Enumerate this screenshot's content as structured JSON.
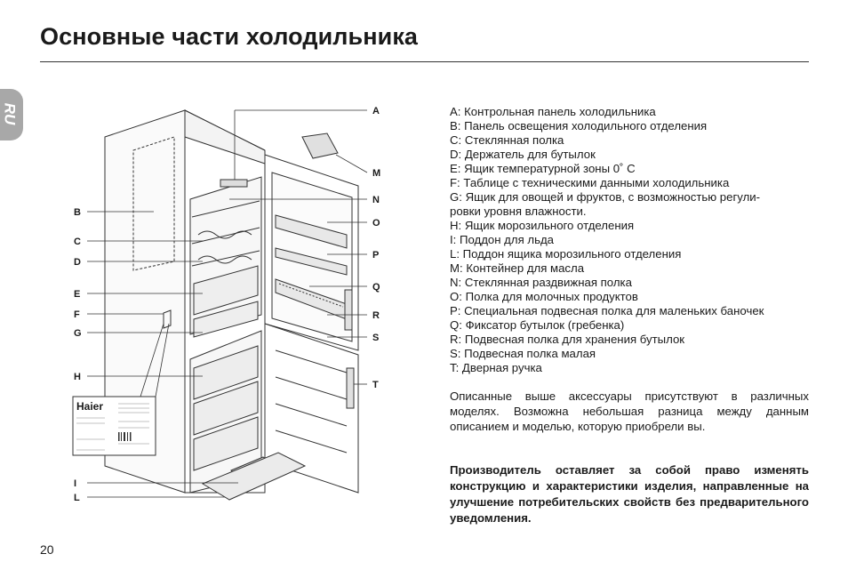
{
  "page": {
    "title": "Основные части холодильника",
    "lang_tab": "RU",
    "page_number": "20"
  },
  "diagram": {
    "callouts_left": [
      "B",
      "C",
      "D",
      "E",
      "F",
      "G",
      "H",
      "I",
      "L"
    ],
    "callouts_right": [
      "A",
      "M",
      "N",
      "O",
      "P",
      "Q",
      "R",
      "S",
      "T"
    ],
    "brand_logo": "Haier"
  },
  "legend": [
    "A: Контрольная панель холодильника",
    "B: Панель освещения холодильного отделения",
    "C: Стеклянная полка",
    "D: Держатель для бутылок",
    "E: Ящик температурной зоны 0˚ C",
    "F: Таблице с техническими данными холодильника",
    "G: Ящик для овощей и фруктов, с возможностью регули-",
    "ровки уровня влажности.",
    "H: Ящик морозильного отделения",
    "I: Поддон для льда",
    "L: Поддон ящика морозильного отделения",
    "M: Контейнер для масла",
    "N: Стеклянная раздвижная полка",
    "O: Полка для молочных продуктов",
    "P: Специальная подвесная полка для маленьких баночек",
    "Q: Фиксатор бутылок (гребенка)",
    "R: Подвесная полка для хранения бутылок",
    "S: Подвесная полка малая",
    "T: Дверная ручка"
  ],
  "note": "Описанные выше аксессуары присутствуют в различных моделях. Возможна небольшая разница между данным описанием и моделью, которую приобрели вы.",
  "warning": "Производитель оставляет за собой право изменять конструкцию и характеристики изделия, направленные на улучшение потребительских свойств без предварительного уведомления."
}
